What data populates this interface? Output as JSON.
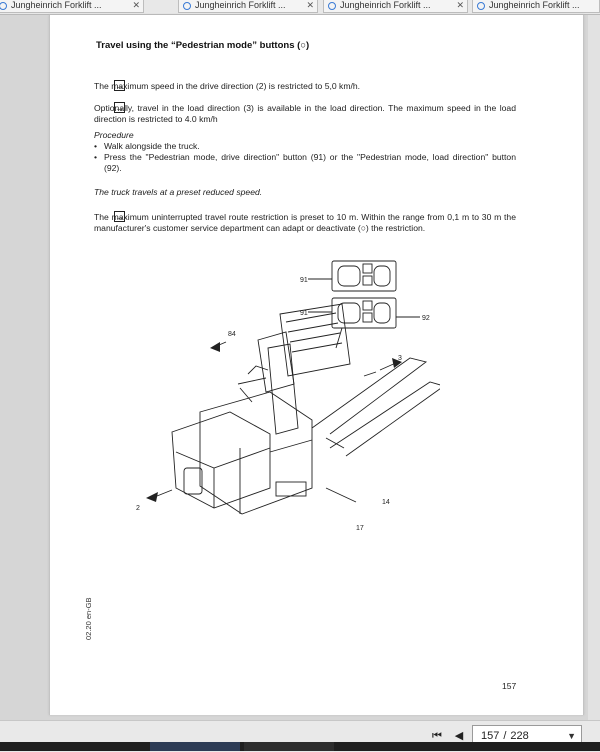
{
  "tabs": [
    {
      "label": "Jungheinrich Forklift ..."
    },
    {
      "label": "Jungheinrich Forklift ..."
    },
    {
      "label": "Jungheinrich Forklift ..."
    },
    {
      "label": "Jungheinrich Forklift ..."
    }
  ],
  "doc": {
    "heading": "Travel using the “Pedestrian mode” buttons (○)",
    "arrow_glyph": "→",
    "p1": "The maximum speed in the drive direction (2) is restricted to 5,0 km/h.",
    "p2": "Optionally, travel in the load direction (3) is available in the load direction. The maximum speed in the load direction is restricted to 4.0 km/h",
    "procedure": "Procedure",
    "bullet1": "Walk alongside the truck.",
    "bullet2": "Press the \"Pedestrian mode, drive direction\" button (91) or the \"Pedestrian mode, load direction\" button (92).",
    "result": "The truck travels at a preset reduced speed.",
    "p3": "The maximum uninterrupted travel route restriction is preset to 10 m. Within the range from 0,1 m to 30 m the manufacturer's customer service department can adapt or deactivate (○) the restriction.",
    "side_code": "02.20 en-GB",
    "page_number": "157"
  },
  "figure": {
    "labels": {
      "l91a": "91",
      "l91b": "91",
      "l92": "92",
      "l84": "84",
      "l3": "3",
      "l2": "2",
      "l14": "14",
      "l17": "17"
    }
  },
  "nav": {
    "current_page": "157",
    "separator": "/",
    "total_pages": "228"
  }
}
